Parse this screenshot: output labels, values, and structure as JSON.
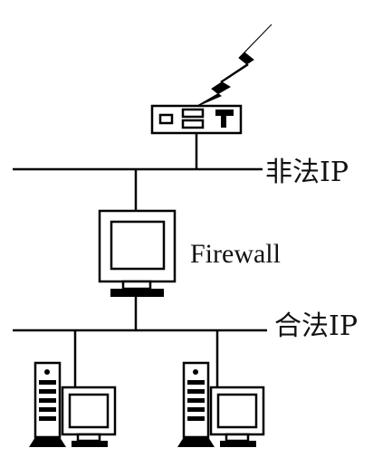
{
  "labels": {
    "untrusted_net": "非法IP",
    "firewall": "Firewall",
    "trusted_net": "合法IP"
  },
  "icons": {
    "lightning": "lightning-bolt-icon",
    "router": "router-icon",
    "firewall": "firewall-monitor-icon",
    "workstation": "desktop-workstation-icon"
  },
  "colors": {
    "stroke": "#000000",
    "background": "#ffffff"
  }
}
